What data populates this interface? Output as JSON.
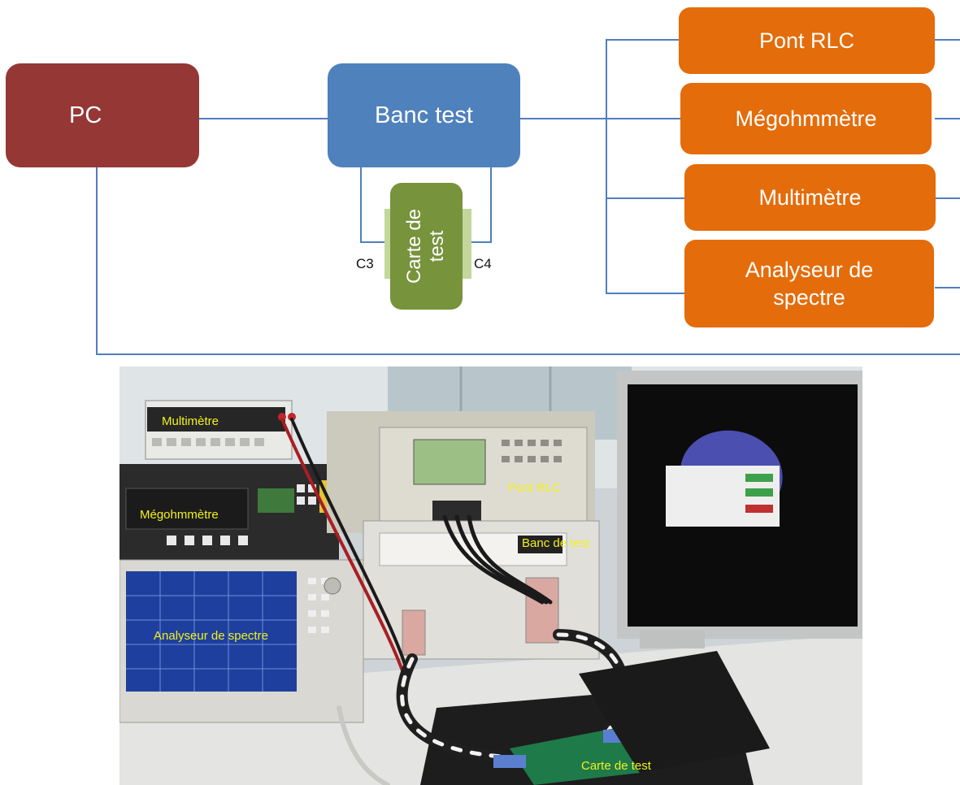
{
  "diagram": {
    "pc": "PC",
    "banc": "Banc test",
    "carte": [
      "Carte de",
      "test"
    ],
    "c3": "C3",
    "c4": "C4",
    "instruments": [
      "Pont RLC",
      "Mégohmmètre",
      "Multimètre",
      "Analyseur de spectre"
    ],
    "instruments_lines": [
      [
        "Pont RLC"
      ],
      [
        "Mégohmmètre"
      ],
      [
        "Multimètre"
      ],
      [
        "Analyseur de",
        "spectre"
      ]
    ],
    "colors": {
      "pc": "#953735",
      "banc": "#4f81bd",
      "carte": "#77933c",
      "instrument": "#e46c0a",
      "connector": "#4f7fbf"
    }
  },
  "photo": {
    "labels": {
      "multimetre": "Multimètre",
      "megohmmetre": "Mégohmmètre",
      "pont_rlc": "Pont RLC",
      "banc_de_test": "Banc de test",
      "analyseur": "Analyseur de spectre",
      "carte_de_test": "Carte de test"
    }
  }
}
